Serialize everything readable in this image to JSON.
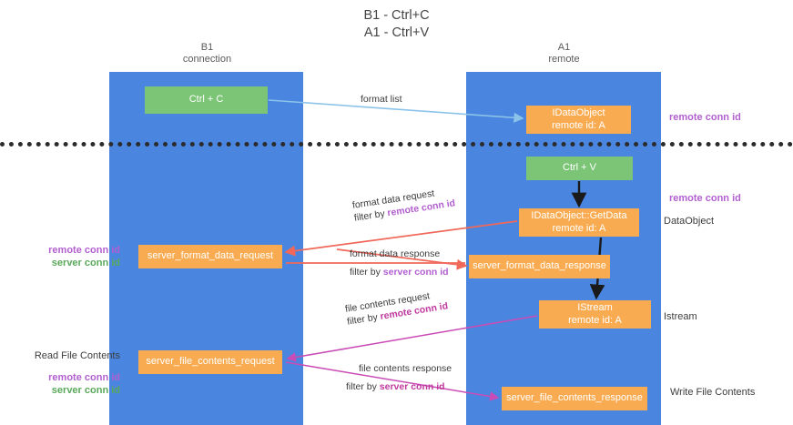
{
  "title": {
    "line1": "B1 - Ctrl+C",
    "line2": "A1 - Ctrl+V"
  },
  "lanes": [
    {
      "id": "b1",
      "name": "B1",
      "role": "connection"
    },
    {
      "id": "a1",
      "name": "A1",
      "role": "remote"
    }
  ],
  "nodes": {
    "ctrl_c": {
      "label": "Ctrl + C",
      "color": "#7cc576"
    },
    "idataobject": {
      "line1": "IDataObject",
      "line2": "remote id: A",
      "color": "#f9ab51"
    },
    "ctrl_v": {
      "label": "Ctrl + V",
      "color": "#7cc576"
    },
    "getdata": {
      "line1": "IDataObject::GetData",
      "line2": "remote id: A",
      "color": "#f9ab51"
    },
    "server_format_data_request": {
      "label": "server_format_data_request",
      "color": "#f9ab51"
    },
    "server_format_data_response": {
      "label": "server_format_data_response",
      "color": "#f9ab51"
    },
    "istream": {
      "line1": "IStream",
      "line2": "remote id: A",
      "color": "#f9ab51"
    },
    "server_file_contents_request": {
      "label": "server_file_contents_request",
      "color": "#f9ab51"
    },
    "server_file_contents_response": {
      "label": "server_file_contents_response",
      "color": "#f9ab51"
    }
  },
  "edge_labels": {
    "format_list": "format list",
    "format_data_request": "format data request",
    "format_data_request_filter_prefix": "filter by ",
    "format_data_request_filter_key": "remote conn id",
    "format_data_response": "format data response",
    "format_data_response_filter_prefix": "filter by ",
    "format_data_response_filter_key": "server conn id",
    "file_contents_request": "file contents request",
    "file_contents_request_filter_prefix": "filter by ",
    "file_contents_request_filter_key": "remote conn id",
    "file_contents_response": "file contents response",
    "file_contents_response_filter_prefix": "filter by ",
    "file_contents_response_filter_key": "server conn id"
  },
  "side_labels": {
    "remote_conn_id_top": "remote conn id",
    "remote_conn_id_mid": "remote conn id",
    "data_object": "DataObject",
    "istream": "Istream",
    "write_file_contents": "Write File Contents",
    "read_file_contents": "Read File Contents",
    "left_remote_conn_id_1": "remote conn id",
    "left_server_conn_id_1": "server conn id",
    "left_remote_conn_id_2": "remote conn id",
    "left_server_conn_id_2": "server conn id"
  },
  "colors": {
    "lane": "#4a86e0",
    "green": "#7cc576",
    "orange": "#f9ab51",
    "purple": "#b25fd0",
    "green_text": "#5aa85a",
    "magenta": "#c0399f",
    "divider": "#2b2b2b",
    "arrow_blue": "#8cc3e8",
    "arrow_red": "#f0685a",
    "arrow_black": "#1a1a1a",
    "arrow_magenta": "#c94bb5"
  }
}
